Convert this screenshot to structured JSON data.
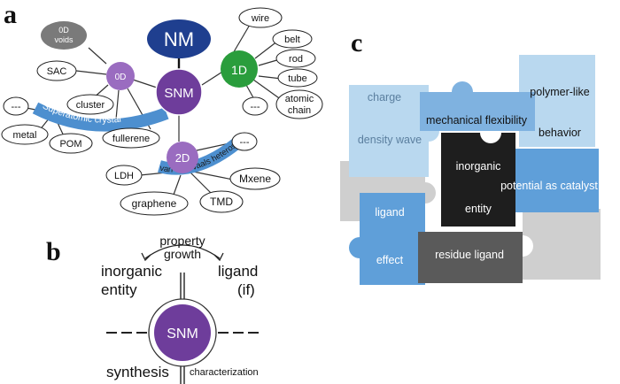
{
  "panels": {
    "a": "a",
    "b": "b",
    "c": "c"
  },
  "panel_a": {
    "hub": "SNM",
    "top": "NM",
    "dim0": "0D",
    "dim1": "1D",
    "dim2": "2D",
    "voids_line1": "0D",
    "voids_line2": "voids",
    "sac": "SAC",
    "dots0": "---",
    "cluster": "cluster",
    "metal": "metal",
    "pom": "POM",
    "fullerene": "fullerene",
    "wire": "wire",
    "belt": "belt",
    "rod": "rod",
    "tube": "tube",
    "dots1": "---",
    "atomic_line1": "atomic",
    "atomic_line2": "chain",
    "dots2": "---",
    "ldh": "LDH",
    "mxene": "Mxene",
    "graphene": "graphene",
    "tmd": "TMD",
    "arc_superatomic": "Superatomic crystal",
    "arc_vdw": "van der Waals heterostructure",
    "colors": {
      "navy": "#1f3f8f",
      "purple": "#6e3d9b",
      "light_purple": "#9a6cc0",
      "green": "#2a9d3c",
      "gray": "#7a7a7a",
      "arc_blue": "#4d8fcf"
    }
  },
  "panel_b": {
    "property": "property",
    "growth": "growth",
    "inorganic": "inorganic",
    "entity": "entity",
    "ligand": "ligand",
    "if": "(if)",
    "snm": "SNM",
    "synthesis": "synthesis",
    "characterization": "characterization"
  },
  "panel_c": {
    "charge": "charge",
    "density_wave": "density wave",
    "mechanical": "mechanical flexibility",
    "polymer": "polymer-like",
    "behavior": "behavior",
    "inorganic": "inorganic",
    "entity": "entity",
    "potential": "potential as catalyst",
    "ligand": "ligand",
    "effect": "effect",
    "residue": "residue ligand",
    "colors": {
      "pale_blue": "#b9d8ef",
      "mid_blue": "#7fb2e0",
      "blue": "#5f9fd9",
      "black": "#1e1e1e",
      "dark_gray": "#5a5a5a",
      "light_gray": "#cfcfcf"
    }
  }
}
